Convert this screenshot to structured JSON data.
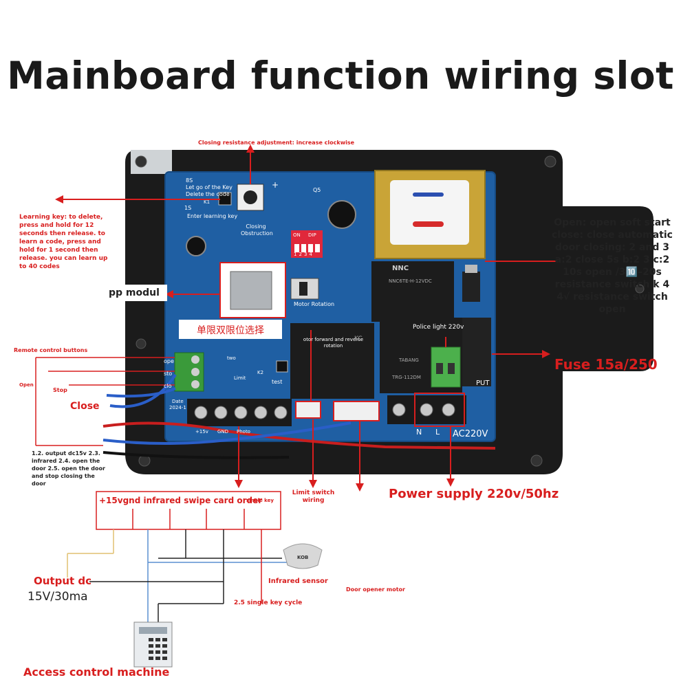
{
  "title": "Mainboard function wiring slot",
  "labels": {
    "closing_resistance": "Closing resistance adjustment: increase clockwise",
    "learning_key": "Learning key: to delete, press and hold for 12 seconds then release. to learn a code, press and hold for 1 second then release. you can learn up to 40 codes",
    "app_module": "pp modul",
    "remote_buttons": "Remote control buttons",
    "open": "Open",
    "stop": "Stop",
    "close": "Close",
    "output_notes": "1.2. output dc15v 2.3. infrared 2.4. open the door 2.5. open the door and stop closing the door",
    "terminal_row": "+15vgnd infrared swipe card order",
    "single_key": "single key",
    "limit_switch": "Limit switch wiring",
    "power_supply": "Power supply 220v/50hz",
    "fuse": "Fuse 15a/250",
    "output_dc": "Output dc",
    "output_dc_value": "15V/30ma",
    "infrared_sensor": "Infrared sensor",
    "door_motor": "Door opener motor",
    "single_key_cycle": "2.5 single key cycle",
    "access_control": "Access control machine",
    "dip_notes": "Open: open soft start close: close automatic door closing: 2 and 3 a:2 close 5s b:2 3 c:2 10s open /3🔟–20s resistance switch k 4 4√ resistance switch open"
  },
  "board": {
    "let_go": "Let go of the Key",
    "delete_code": "Delete the code",
    "enter_learning": "Enter learning key",
    "key_8s": "8S",
    "key_1s": "1S",
    "closing_obstruction": "Closing Obstruction",
    "dip": "DIP",
    "on": "ON",
    "dip_nums": [
      "1",
      "2",
      "3",
      "4"
    ],
    "motor_rotation": "Motor Rotation",
    "limit_select": "单限双限位选择",
    "motor_direction": "otor forward and reverse rotation",
    "police_light": "Police light 220v",
    "relay_brand": "NNC",
    "relay_text": "NNC6TE-H-12VDC",
    "relay2_text": "TRG-112DM",
    "relay2_brand": "TABANG",
    "kc_label": "KC",
    "k_terms": [
      "ope",
      "sto",
      "clo"
    ],
    "two_label": "two",
    "limit_label": "Limit",
    "test_label": "test",
    "date_label": "Date",
    "date_value": "2024-1",
    "ac_label": "AC220V",
    "n_label": "N",
    "l_label": "L",
    "put_label": "PUT",
    "q5": "Q5",
    "plus": "+",
    "k1": "K1",
    "k2": "K2",
    "bottom_labels": [
      "+15v",
      "GND",
      "Photo"
    ],
    "kob": "KOB"
  },
  "colors": {
    "red": "#d81e1e",
    "board": "#1f5fa3",
    "case": "#1b1b1b"
  }
}
